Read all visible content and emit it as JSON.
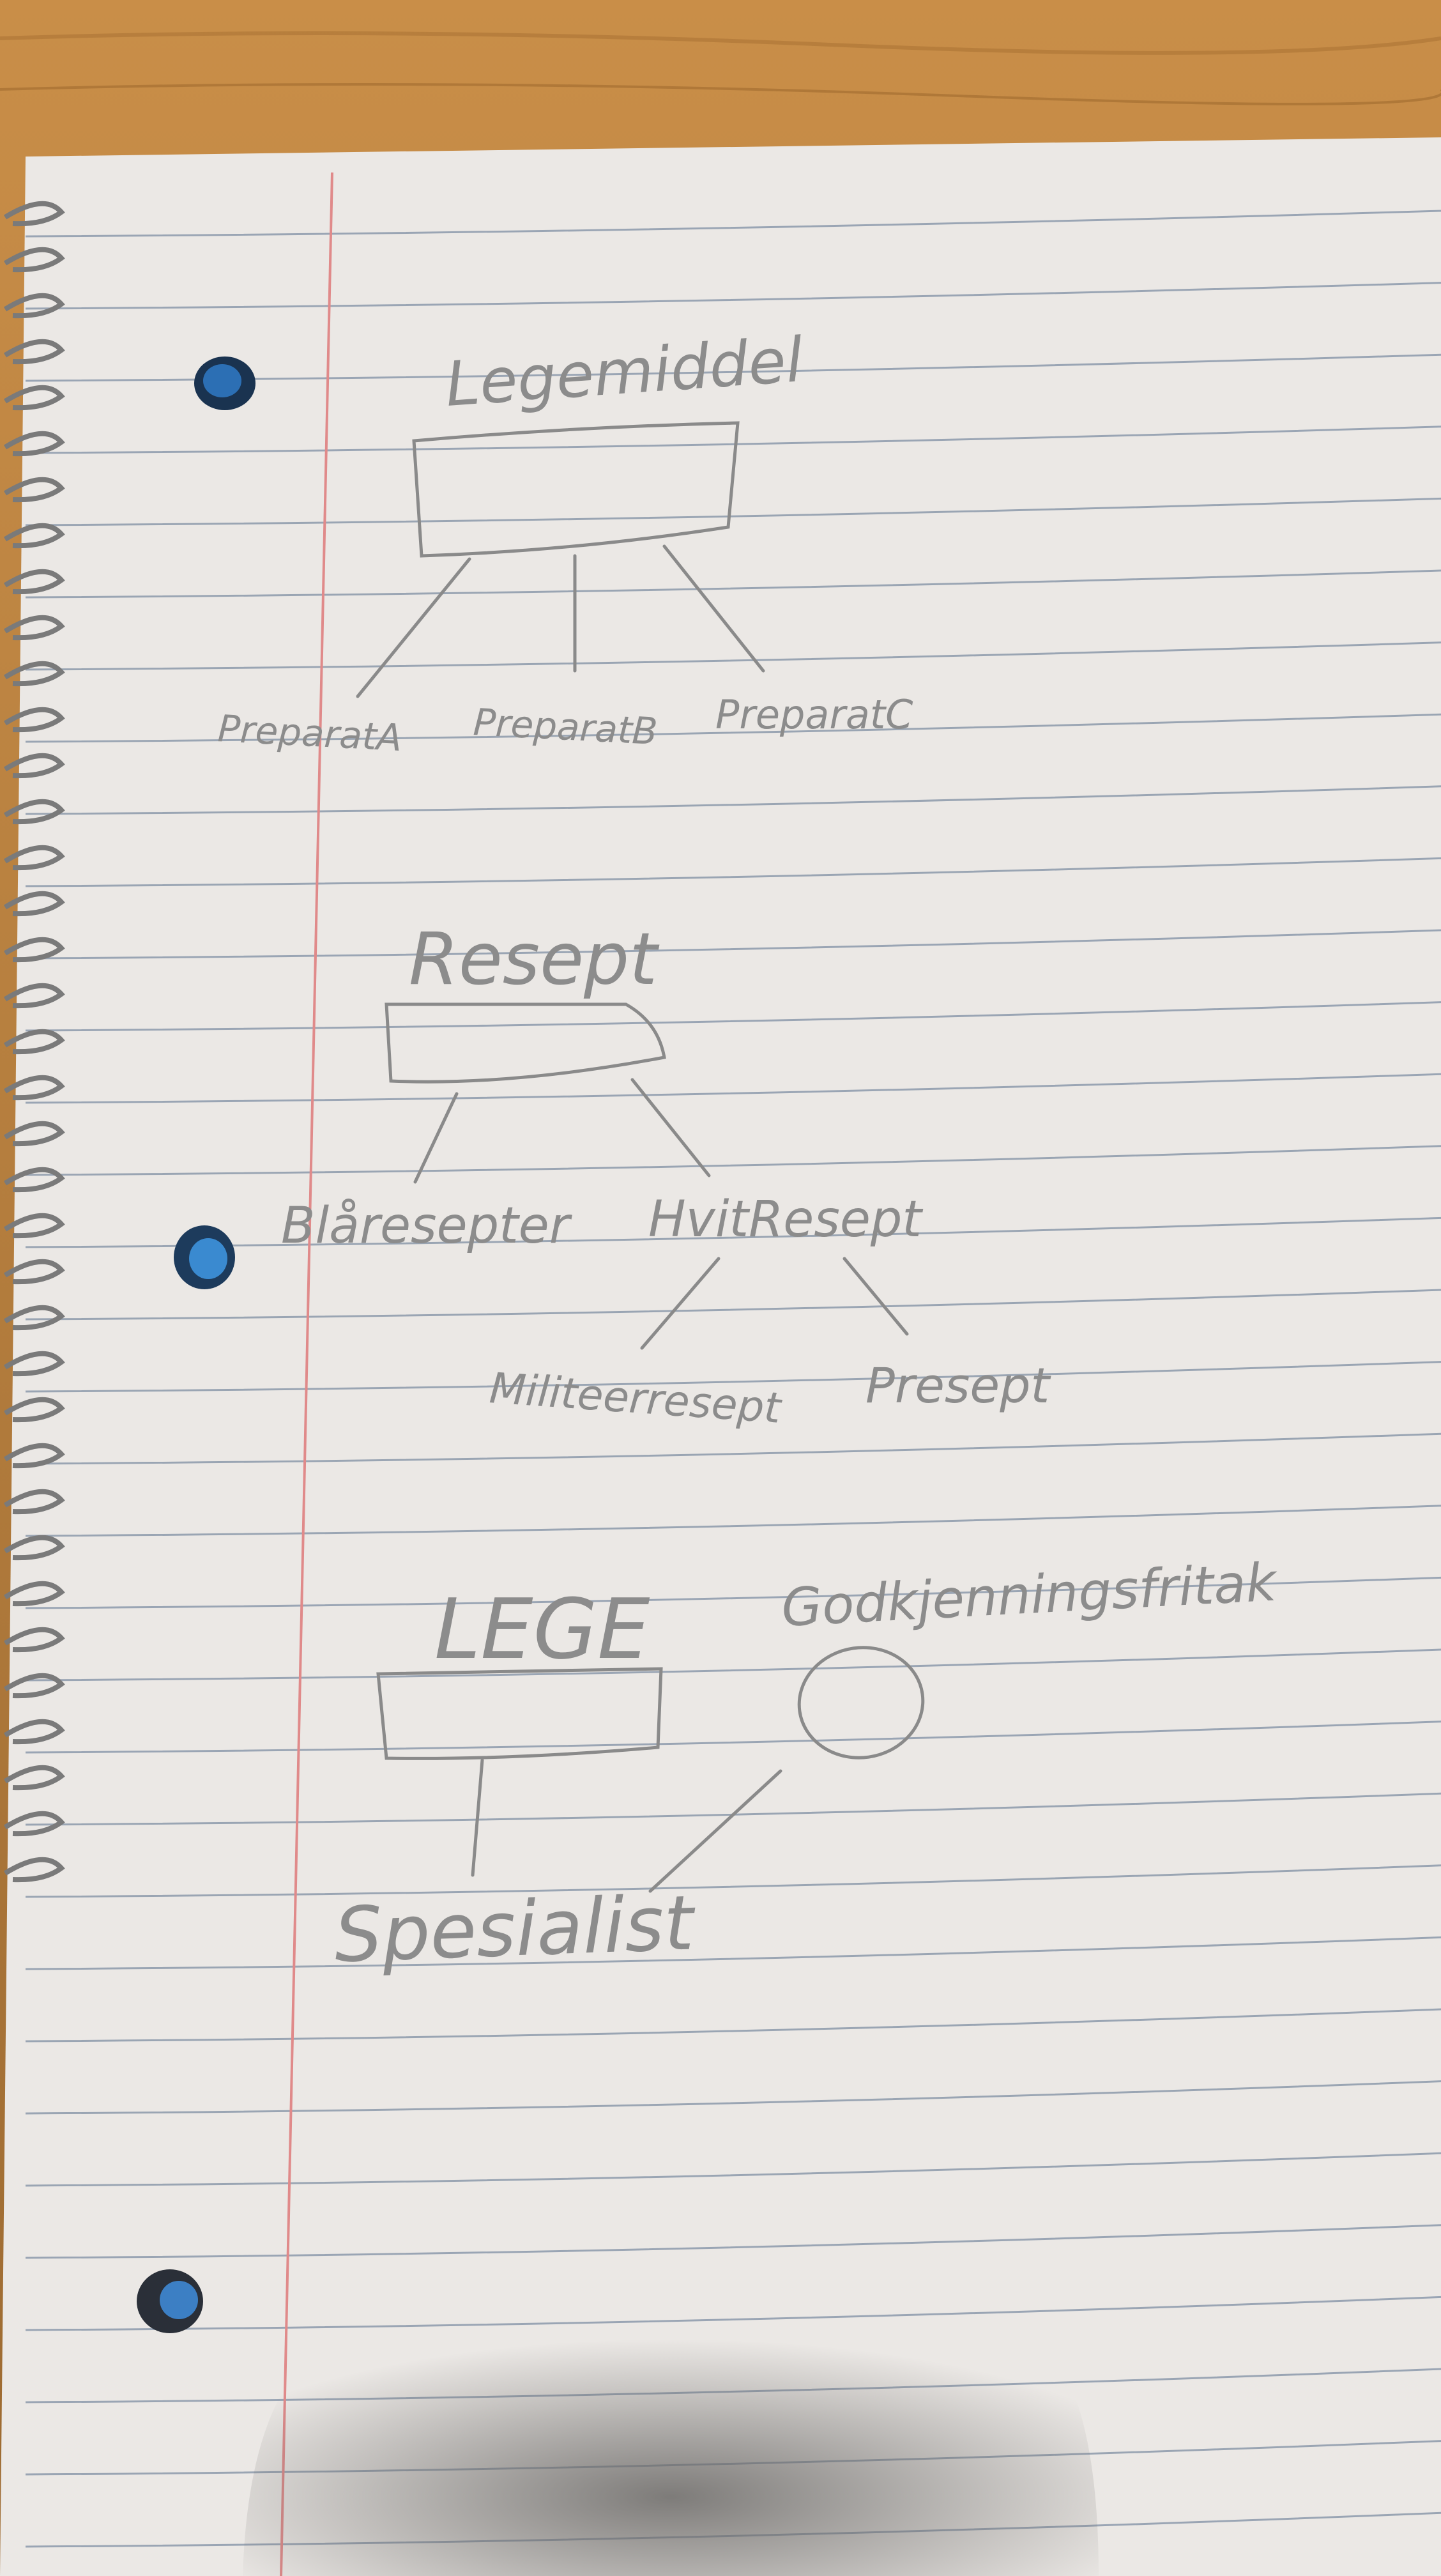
{
  "diagram_1": {
    "parent": "Legemiddel",
    "children": [
      "PreparatA",
      "PreparatB",
      "PreparatC"
    ]
  },
  "diagram_2": {
    "parent": "Resept",
    "children": [
      "Blåresepter",
      "HvitResept"
    ],
    "grandchildren": [
      "Militeerresept",
      "Presept"
    ]
  },
  "diagram_3": {
    "parent": "LEGE",
    "interface": "Godkjenningsfritak",
    "child": "Spesialist"
  },
  "colors": {
    "table": "#b07a3c",
    "paper": "#ece9e6",
    "rule_line": "#7f8fa3",
    "margin_line": "#e08a8a",
    "pencil": "#8a8a8a"
  }
}
